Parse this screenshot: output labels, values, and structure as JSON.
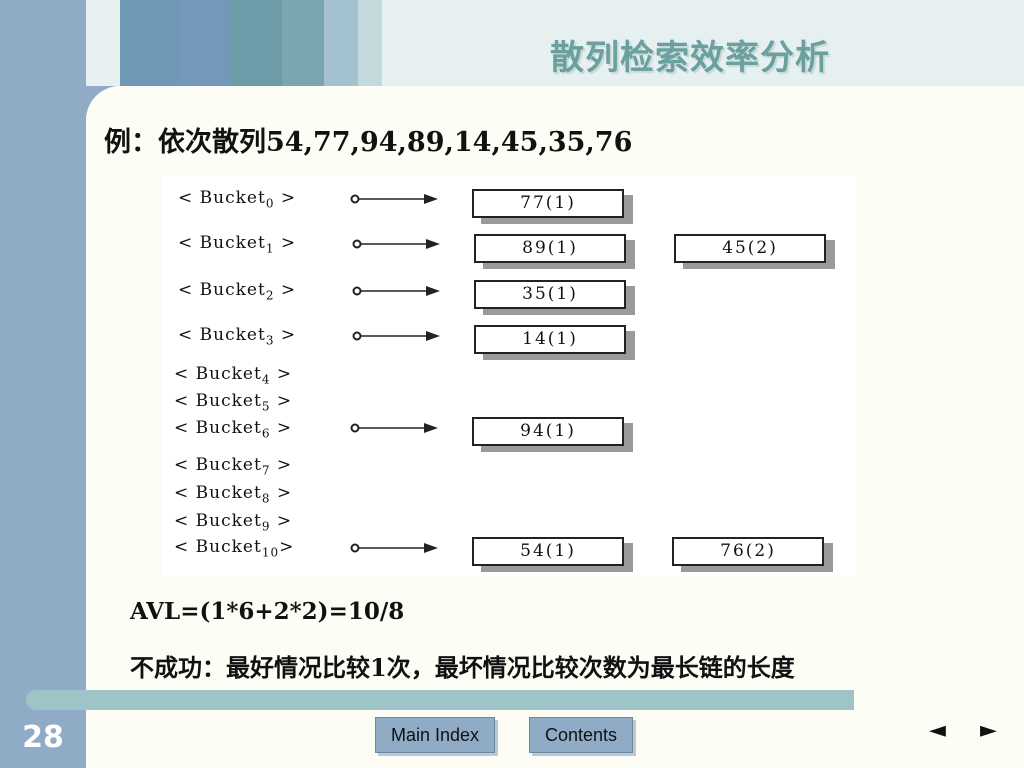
{
  "header": {
    "title": "散列检索效率分析"
  },
  "content": {
    "example_text": "例：依次散列54,77,94,89,14,45,35,76",
    "avl_text": "AVL=(1*6+2*2)=10/8",
    "fail_text": "不成功：最好情况比较1次，最坏情况比较次数为最长链的长度"
  },
  "figure": {
    "buckets": [
      {
        "name": "Bucket",
        "index": "0",
        "nodes": [
          "77(1)"
        ]
      },
      {
        "name": "Bucket",
        "index": "1",
        "nodes": [
          "89(1)",
          "45(2)"
        ]
      },
      {
        "name": "Bucket",
        "index": "2",
        "nodes": [
          "35(1)"
        ]
      },
      {
        "name": "Bucket",
        "index": "3",
        "nodes": [
          "14(1)"
        ]
      },
      {
        "name": "Bucket",
        "index": "4",
        "nodes": []
      },
      {
        "name": "Bucket",
        "index": "5",
        "nodes": []
      },
      {
        "name": "Bucket",
        "index": "6",
        "nodes": [
          "94(1)"
        ]
      },
      {
        "name": "Bucket",
        "index": "7",
        "nodes": []
      },
      {
        "name": "Bucket",
        "index": "8",
        "nodes": []
      },
      {
        "name": "Bucket",
        "index": "9",
        "nodes": []
      },
      {
        "name": "Bucket",
        "index": "10",
        "nodes": [
          "54(1)",
          "76(2)"
        ]
      }
    ]
  },
  "footer": {
    "page_number": "28",
    "main_index_label": "Main Index",
    "contents_label": "Contents",
    "prev_label": "◄",
    "next_label": "►"
  }
}
